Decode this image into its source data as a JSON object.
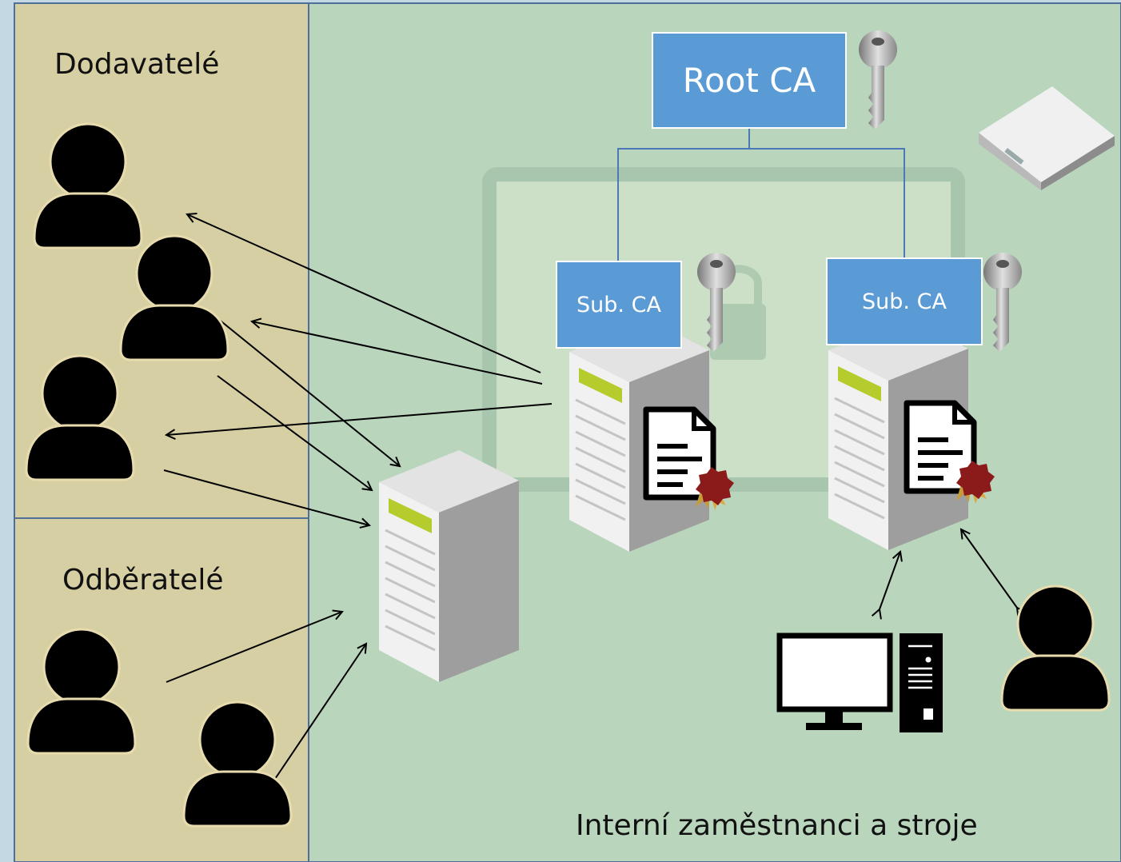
{
  "labels": {
    "suppliers": "Dodavatelé",
    "customers": "Odběratelé",
    "internal": "Interní zaměstnanci a stroje"
  },
  "ca": {
    "root": "Root CA",
    "sub_left": "Sub. CA",
    "sub_right": "Sub. CA"
  },
  "icons": [
    "person-icon",
    "server-icon",
    "key-icon",
    "certificate-icon",
    "desktop-computer-icon",
    "network-appliance-icon"
  ],
  "colors": {
    "ca_box": "#5b9bd5",
    "partner_panel": "#d6cfa3",
    "internal_panel": "#b9d6bd",
    "panel_border": "#4f6f9a",
    "seal": "#8b1a1a"
  }
}
